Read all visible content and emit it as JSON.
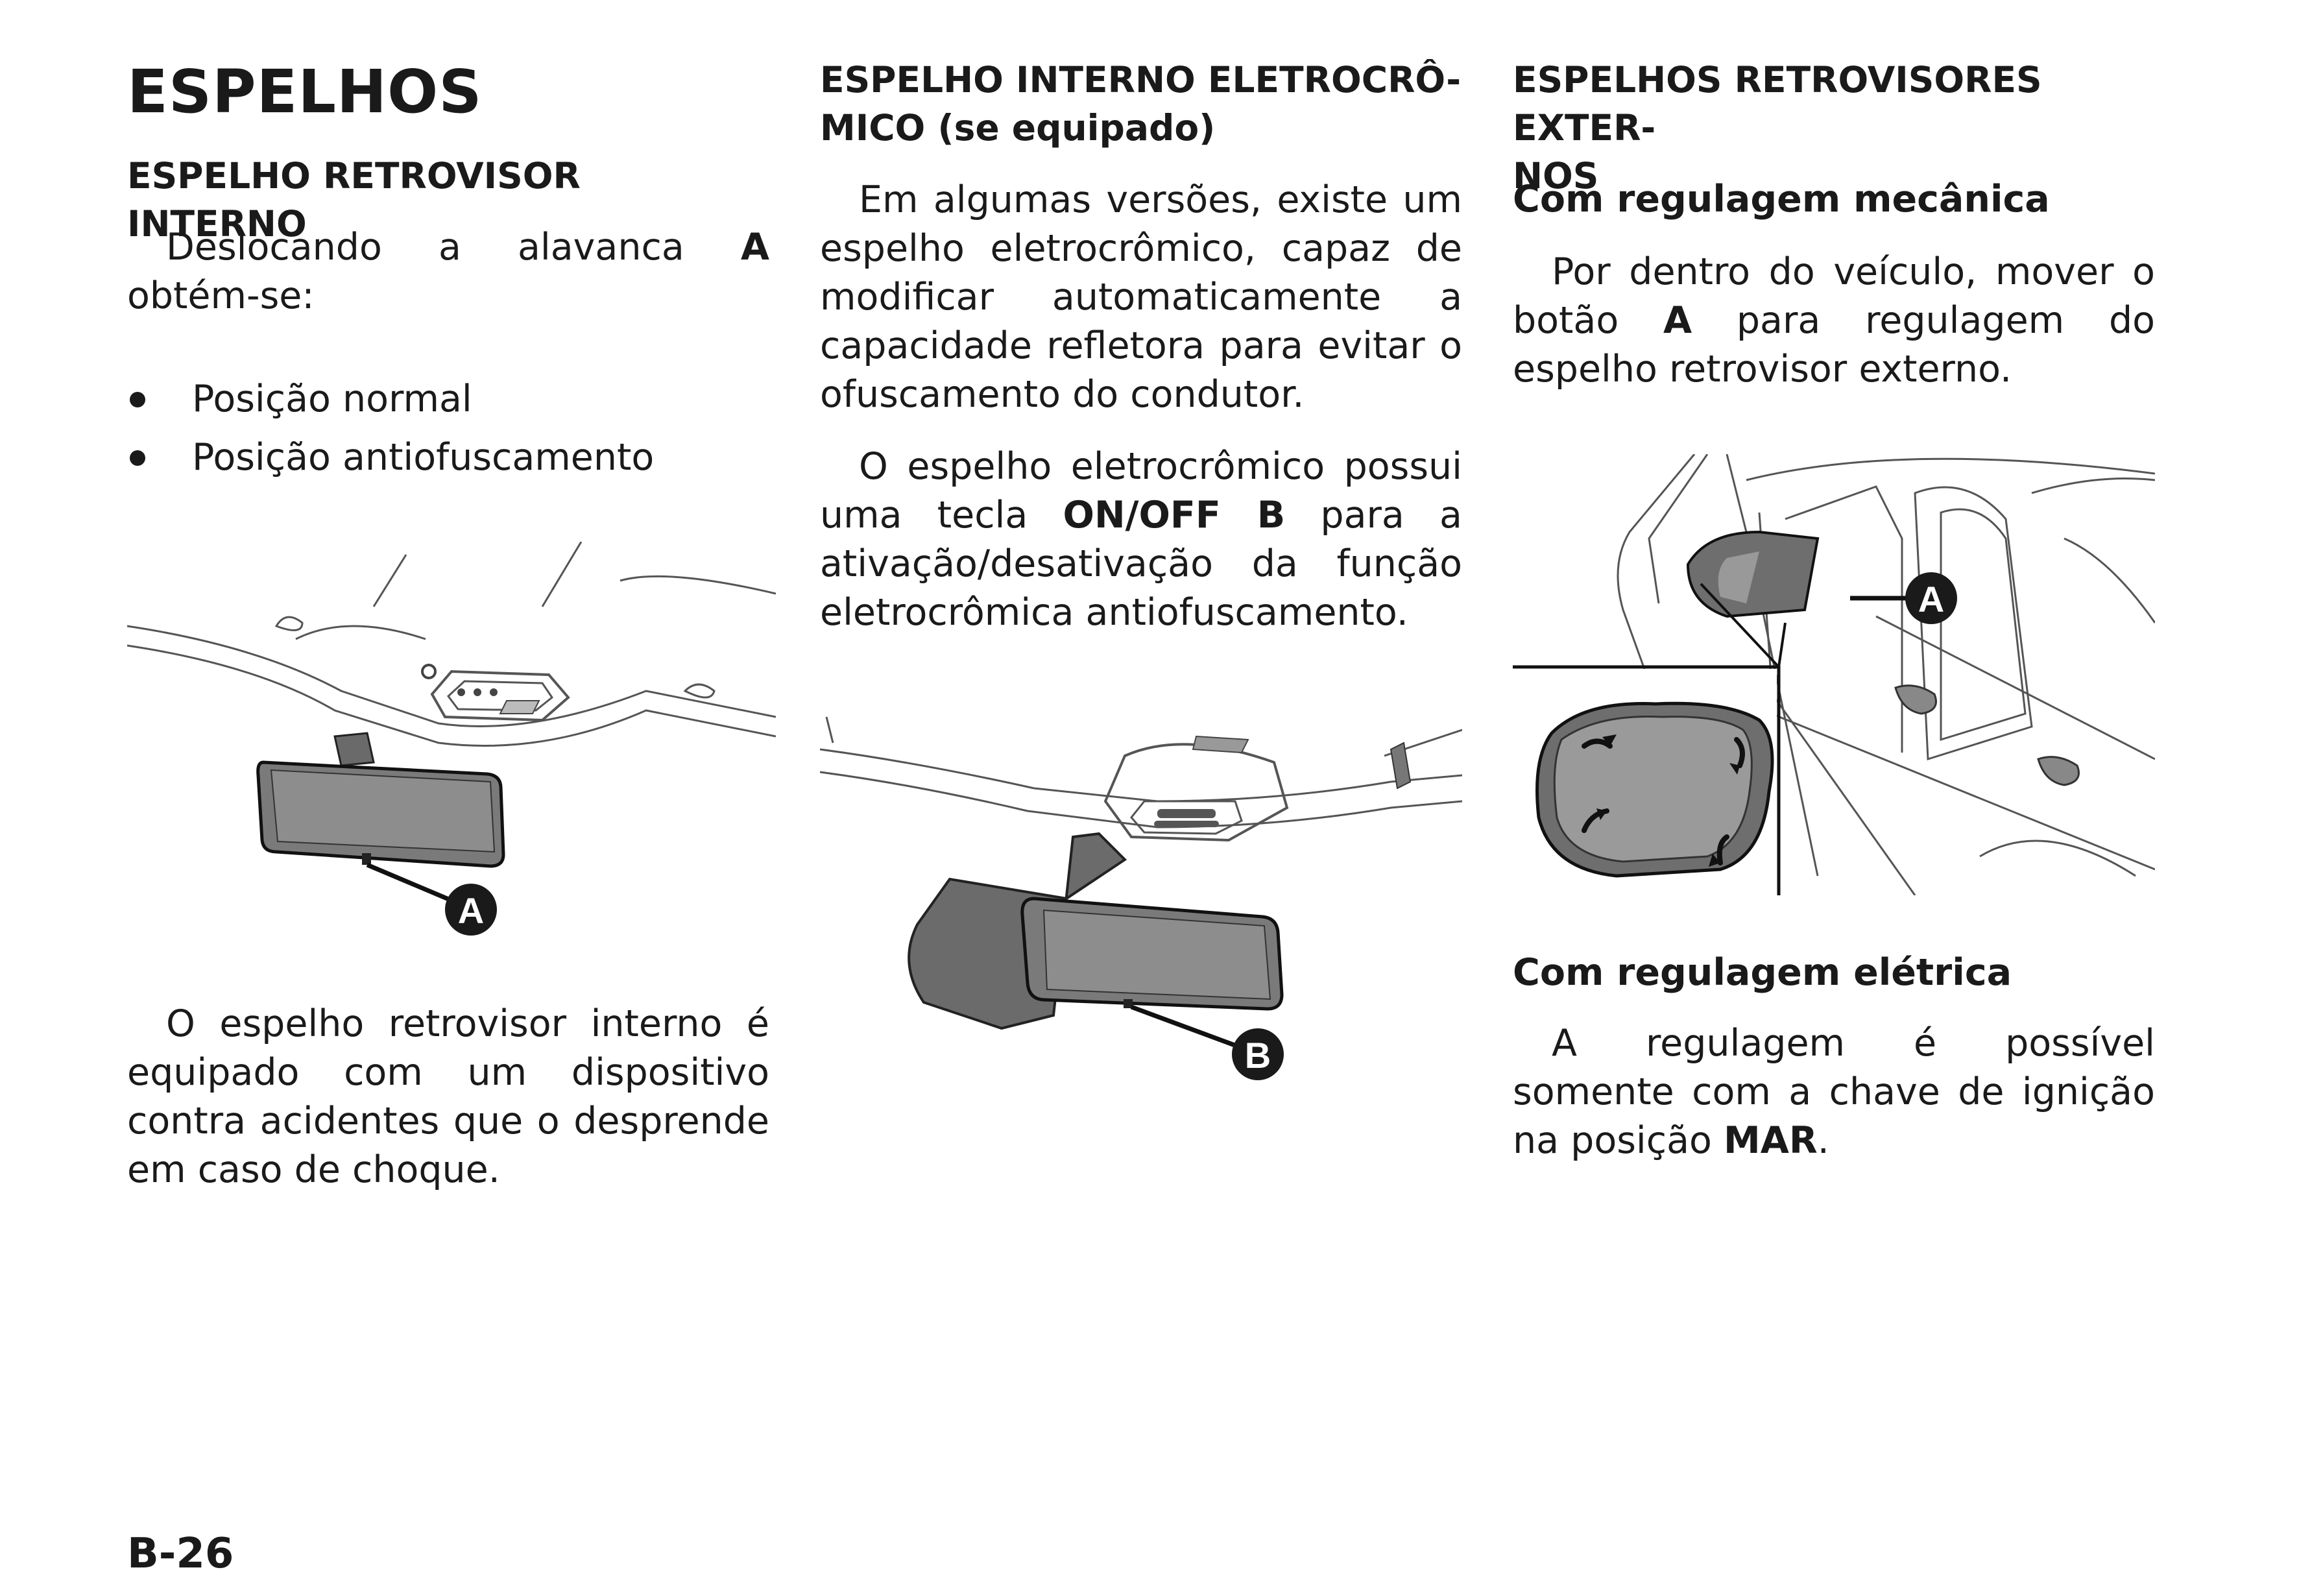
{
  "page_title": "ESPELHOS",
  "page_number": "B-26",
  "col1": {
    "heading": "ESPELHO RETROVISOR INTERNO",
    "intro_text": "Deslocando a alavanca ",
    "intro_bold": "A",
    "intro_after": " obtém-se:",
    "bullets": [
      "Posição normal",
      "Posição antiofuscamento"
    ],
    "figure_label": "A",
    "closing_text": "O espelho retrovisor interno é equipado com um dispositivo contra acidentes que o desprende em caso de choque."
  },
  "col2": {
    "heading_line1": "ESPELHO INTERNO ELETROCRÔ-",
    "heading_line2": "MICO (se equipado)",
    "para1": "Em algumas versões, existe um es­pelho eletrocrômico, capaz de modi­ficar automaticamente a capacidade refletora para evitar o ofuscamento do condutor.",
    "para2_before": "O espelho eletrocrômico possui uma tecla ",
    "para2_bold": "ON/OFF B",
    "para2_after": " para a ativa­ção/desativação da função eletrocrô­mica antiofuscamento.",
    "figure_label": "B"
  },
  "col3": {
    "heading_line1": "ESPELHOS RETROVISORES EXTER-",
    "heading_line2": "NOS",
    "sub1": "Com regulagem mecânica",
    "para1_before": "Por dentro do veículo, mover o botão ",
    "para1_bold": "A",
    "para1_after": " para regulagem do espelho retrovisor externo.",
    "figure_label": "A",
    "sub2": "Com regulagem elétrica",
    "para2_before": "A regulagem é possível somente com a chave de ignição na posição ",
    "para2_bold": "MAR",
    "para2_after": "."
  }
}
